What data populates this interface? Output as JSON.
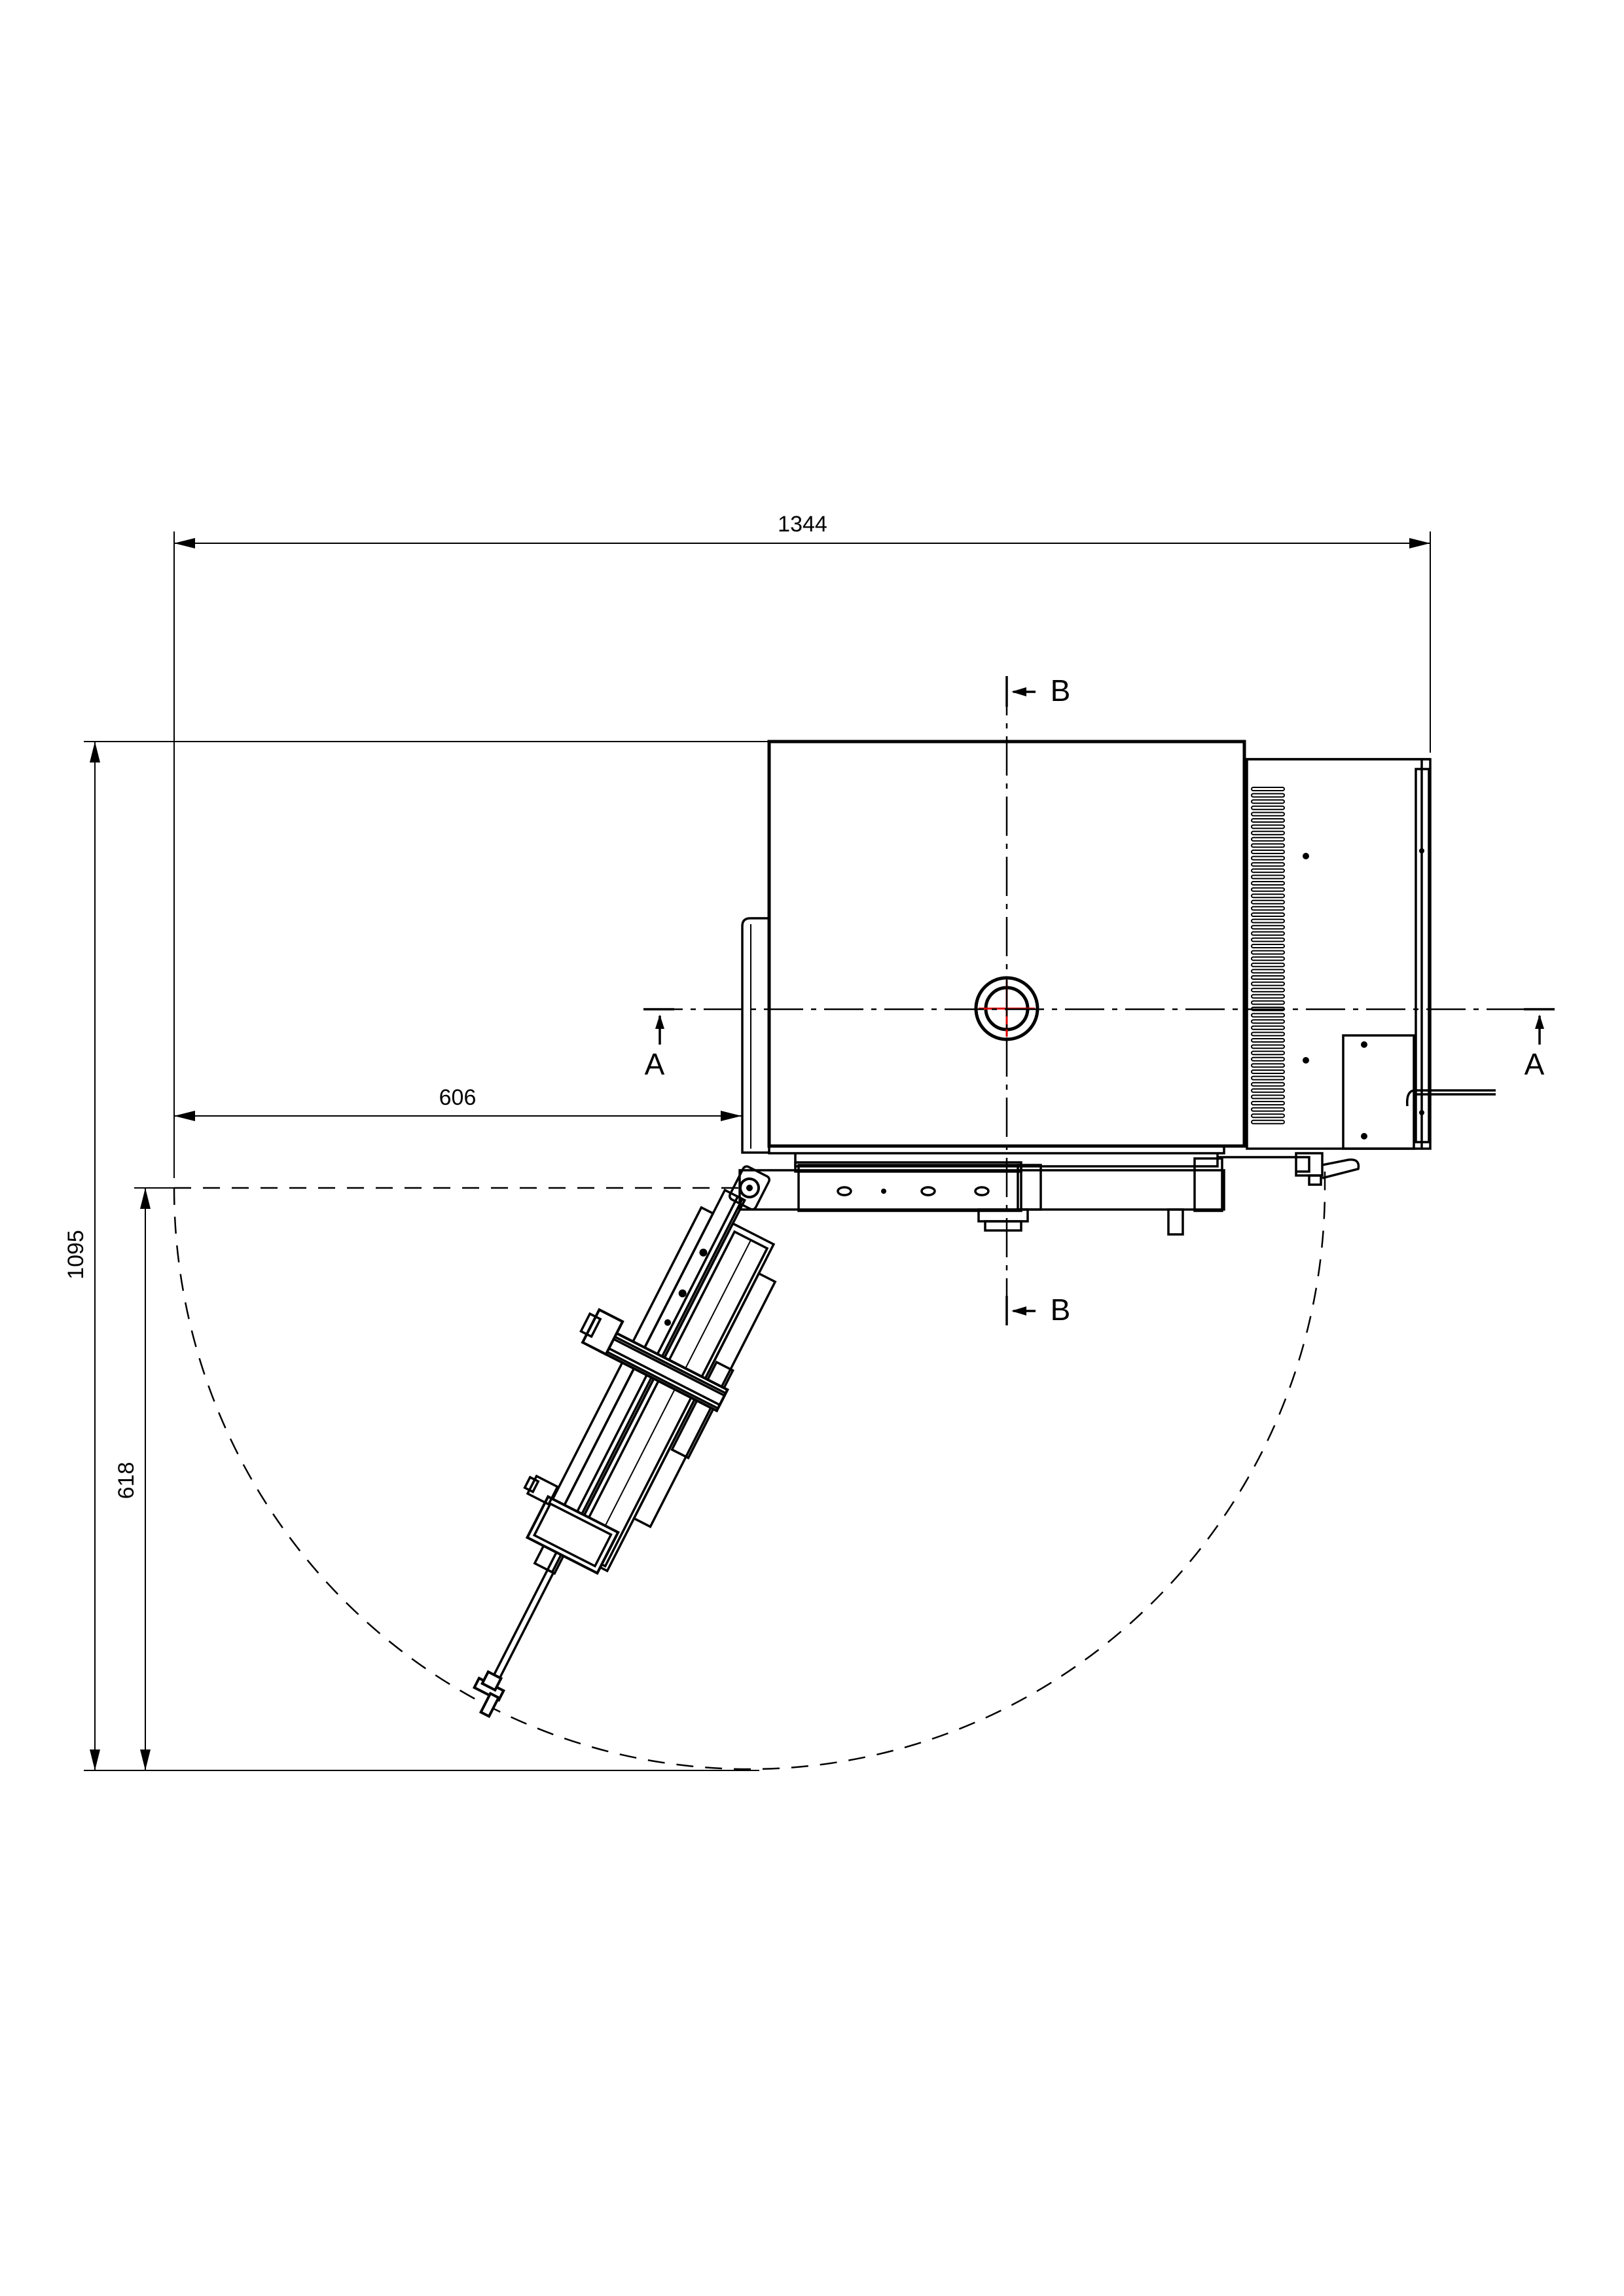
{
  "dimensions": {
    "total_width": "1344",
    "total_height": "1095",
    "lower_height": "618",
    "offset_width": "606"
  },
  "sections": {
    "a_left": "A",
    "a_right": "A",
    "b_top": "B",
    "b_bottom": "B"
  },
  "colors": {
    "line": "#000000",
    "center_mark": "#e00000"
  }
}
